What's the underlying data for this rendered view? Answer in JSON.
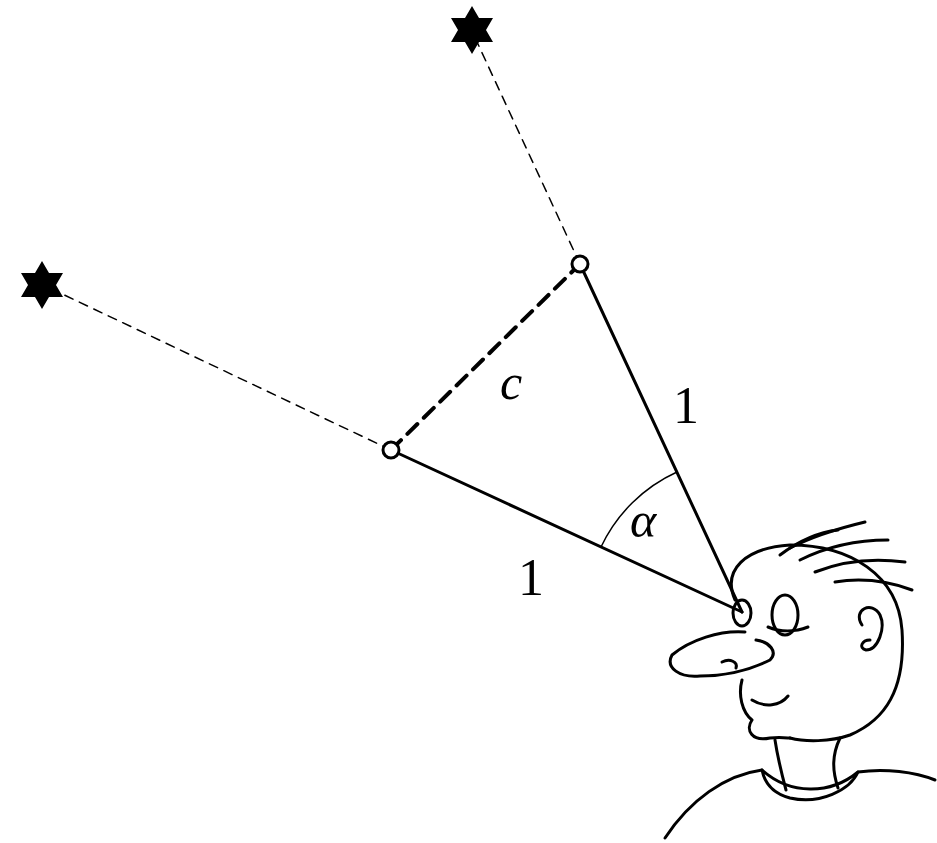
{
  "diagram": {
    "labels": [
      "c",
      "1",
      "α",
      "1"
    ]
  }
}
